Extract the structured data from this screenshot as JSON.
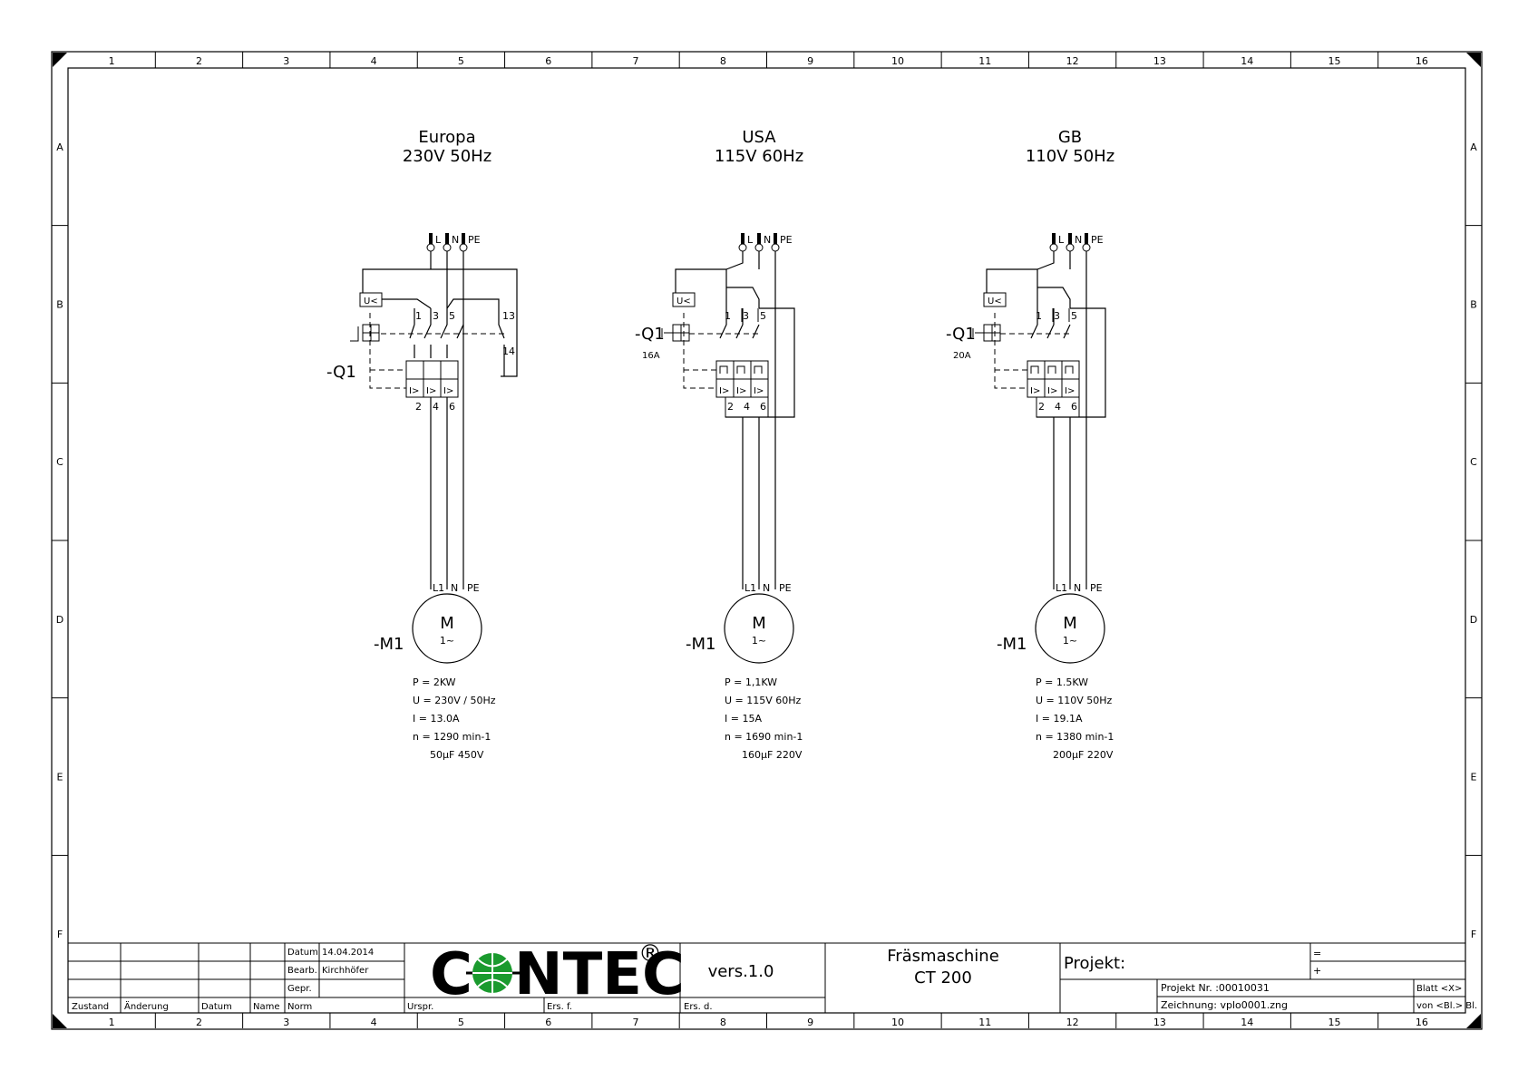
{
  "grid": {
    "columns": [
      "1",
      "2",
      "3",
      "4",
      "5",
      "6",
      "7",
      "8",
      "9",
      "10",
      "11",
      "12",
      "13",
      "14",
      "15",
      "16"
    ],
    "rows": [
      "A",
      "B",
      "C",
      "D",
      "E",
      "F"
    ]
  },
  "circuits": [
    {
      "id": "europa",
      "region": "Europa",
      "supply": "230V 50Hz",
      "terminals": {
        "l": "L",
        "n": "N",
        "pe": "PE"
      },
      "breaker": {
        "tag": "-Q1",
        "rating": "",
        "undervoltage": "U<",
        "poles_top": [
          "1",
          "3",
          "5"
        ],
        "poles_bottom": [
          "2",
          "4",
          "6"
        ],
        "aux": [
          "13",
          "14"
        ],
        "trip": "I>"
      },
      "motor": {
        "tag": "-M1",
        "symbol": "M",
        "phase": "1~",
        "terminals": [
          "L1",
          "N",
          "PE"
        ]
      },
      "specs": {
        "p": "P = 2KW",
        "u": "U = 230V / 50Hz",
        "i": "I = 13.0A",
        "n": "n = 1290 min-1",
        "cap": "50µF 450V"
      }
    },
    {
      "id": "usa",
      "region": "USA",
      "supply": "115V 60Hz",
      "terminals": {
        "l": "L",
        "n": "N",
        "pe": "PE"
      },
      "breaker": {
        "tag": "-Q1",
        "rating": "16A",
        "undervoltage": "U<",
        "poles_top": [
          "1",
          "3",
          "5"
        ],
        "poles_bottom": [
          "2",
          "4",
          "6"
        ],
        "trip": "I>"
      },
      "motor": {
        "tag": "-M1",
        "symbol": "M",
        "phase": "1~",
        "terminals": [
          "L1",
          "N",
          "PE"
        ]
      },
      "specs": {
        "p": "P = 1,1KW",
        "u": "U = 115V 60Hz",
        "i": "I = 15A",
        "n": "n = 1690 min-1",
        "cap": "160µF 220V"
      }
    },
    {
      "id": "gb",
      "region": "GB",
      "supply": "110V 50Hz",
      "terminals": {
        "l": "L",
        "n": "N",
        "pe": "PE"
      },
      "breaker": {
        "tag": "-Q1",
        "rating": "20A",
        "undervoltage": "U<",
        "poles_top": [
          "1",
          "3",
          "5"
        ],
        "poles_bottom": [
          "2",
          "4",
          "6"
        ],
        "trip": "I>"
      },
      "motor": {
        "tag": "-M1",
        "symbol": "M",
        "phase": "1~",
        "terminals": [
          "L1",
          "N",
          "PE"
        ]
      },
      "specs": {
        "p": "P = 1.5KW",
        "u": "U = 110V 50Hz",
        "i": "I = 19.1A",
        "n": "n = 1380 min-1",
        "cap": "200µF 220V"
      }
    }
  ],
  "title_block": {
    "revision_headers": {
      "zustand": "Zustand",
      "aenderung": "Änderung",
      "datum": "Datum",
      "name": "Name"
    },
    "datum_label": "Datum",
    "datum_value": "14.04.2014",
    "bearb_label": "Bearb.",
    "bearb_value": "Kirchhöfer",
    "gepr_label": "Gepr.",
    "norm_label": "Norm",
    "urspr_label": "Urspr.",
    "ersf_label": "Ers. f.",
    "ersd_label": "Ers. d.",
    "logo": "CONTEC",
    "logo_mark": "®",
    "version": "vers.1.0",
    "machine_line1": "Fräsmaschine",
    "machine_line2": "CT 200",
    "projekt_label": "Projekt:",
    "eq_sign": "=",
    "plus_sign": "+",
    "projekt_nr": "Projekt Nr. :00010031",
    "zeichnung": "Zeichnung:  vplo0001.zng",
    "blatt": "Blatt <X>",
    "von": "von <Bl.> Bl."
  },
  "colors": {
    "ink": "#000000",
    "logo_green": "#1a9a2e",
    "paper": "#ffffff"
  }
}
